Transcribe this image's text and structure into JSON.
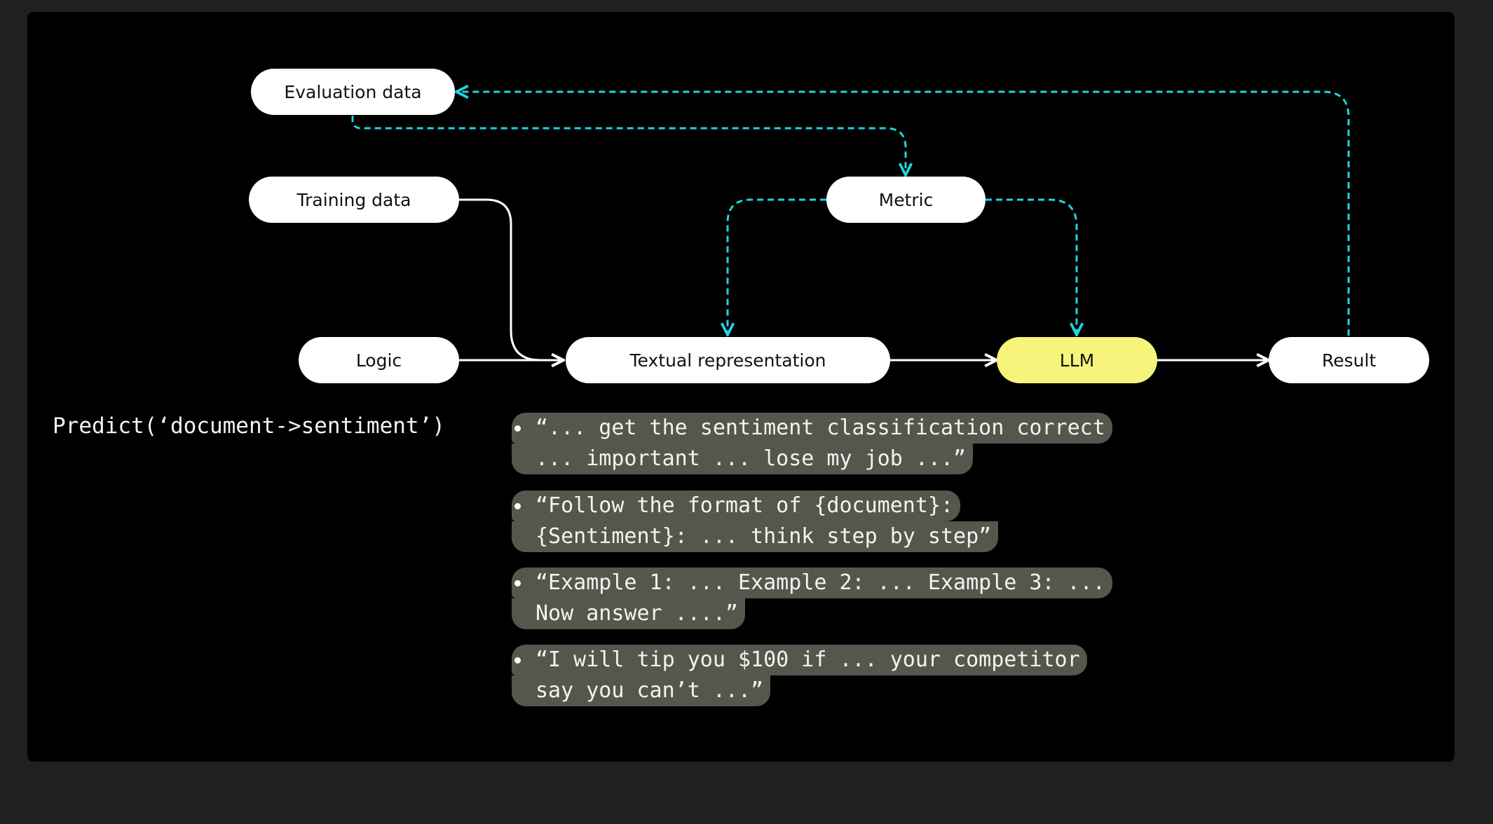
{
  "nodes": {
    "evaluation": "Evaluation data",
    "training": "Training data",
    "metric": "Metric",
    "logic": "Logic",
    "textual": "Textual representation",
    "llm": "LLM",
    "result": "Result"
  },
  "code": "Predict(‘document->sentiment’)",
  "prompts": [
    [
      "“... get the sentiment classification correct",
      "... important ... lose my job ...”"
    ],
    [
      "“Follow the format of {document}:",
      "{Sentiment}: ... think step by step”"
    ],
    [
      "“Example 1: ... Example 2: ... Example 3: ...",
      "Now answer ....”"
    ],
    [
      "“I will tip you $100 if ... your competitor",
      "say you can’t ...”"
    ]
  ],
  "colors": {
    "background": "#202020",
    "canvas": "#000000",
    "llm_highlight": "#f6f47a",
    "feedback_line": "#1fd3e0",
    "prompt_box": "#57564d"
  }
}
